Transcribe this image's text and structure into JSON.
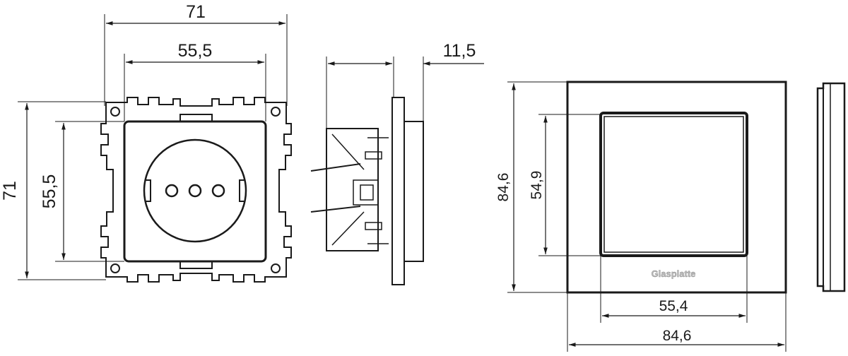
{
  "socket_front": {
    "width_outer": "71",
    "width_inner": "55,5",
    "height_outer": "71",
    "height_inner": "55,5"
  },
  "socket_side": {
    "depth": "11,5"
  },
  "frame_front": {
    "height_outer": "84,6",
    "height_inner": "54,9",
    "width_inner": "55,4",
    "width_outer": "84,6",
    "logo_text": "Glasplatte"
  },
  "colors": {
    "line": "#1a1a1a"
  }
}
